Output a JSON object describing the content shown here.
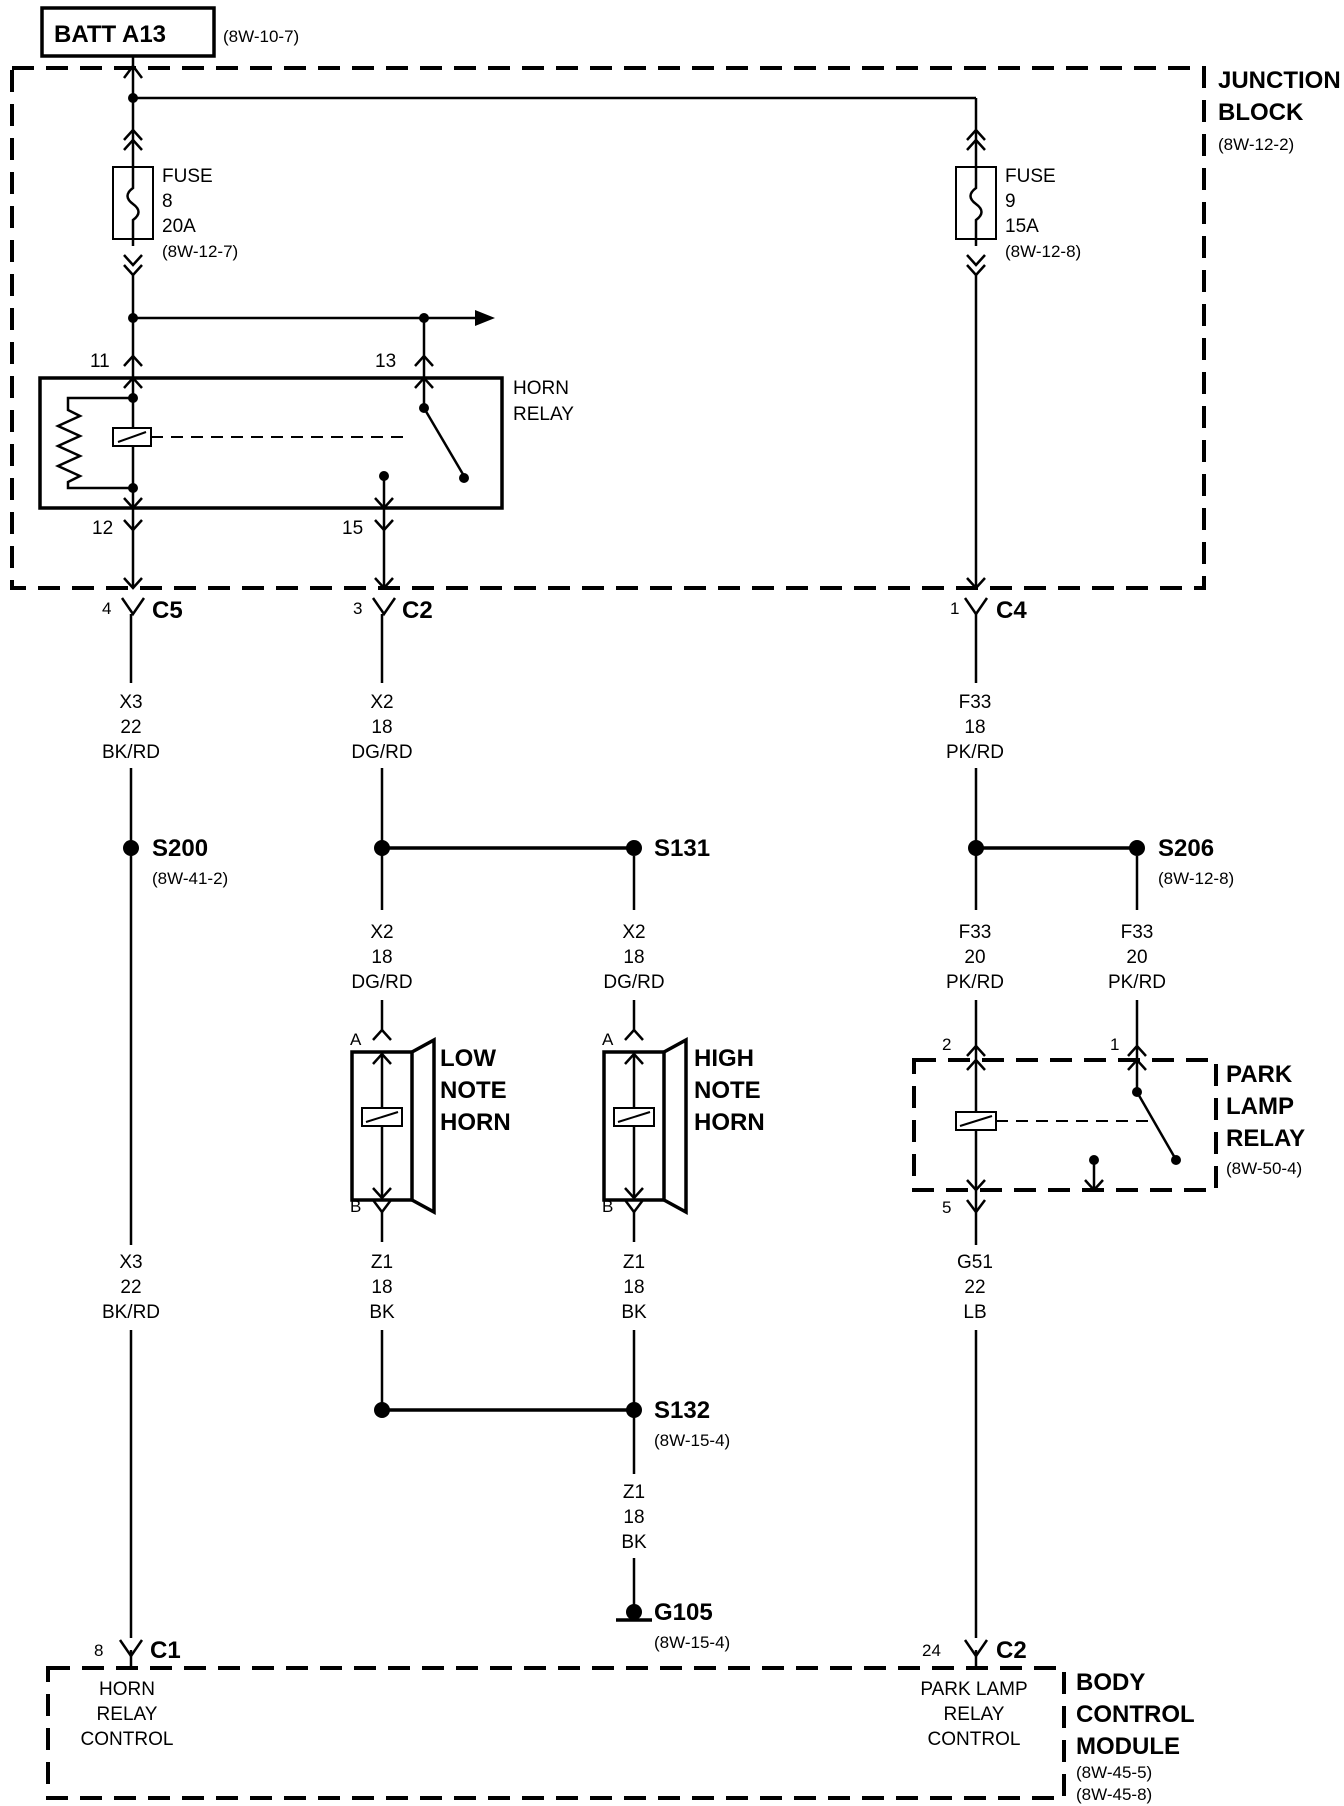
{
  "batt": {
    "label": "BATT A13",
    "ref": "(8W-10-7)"
  },
  "junction_block": {
    "line1": "JUNCTION",
    "line2": "BLOCK",
    "ref": "(8W-12-2)"
  },
  "fuse8": {
    "l1": "FUSE",
    "l2": "8",
    "l3": "20A",
    "ref": "(8W-12-7)"
  },
  "fuse9": {
    "l1": "FUSE",
    "l2": "9",
    "l3": "15A",
    "ref": "(8W-12-8)"
  },
  "horn_relay": {
    "l1": "HORN",
    "l2": "RELAY",
    "pin11": "11",
    "pin13": "13",
    "pin12": "12",
    "pin15": "15"
  },
  "connectors": {
    "c5_pin": "4",
    "c5": "C5",
    "c2_pin": "3",
    "c2": "C2",
    "c4_pin": "1",
    "c4": "C4",
    "bcm_c1_pin": "8",
    "bcm_c1": "C1",
    "bcm_c2_pin": "24",
    "bcm_c2": "C2"
  },
  "wires": {
    "x3_top": {
      "c": "X3",
      "g": "22",
      "col": "BK/RD"
    },
    "x2_top": {
      "c": "X2",
      "g": "18",
      "col": "DG/RD"
    },
    "f33_top": {
      "c": "F33",
      "g": "18",
      "col": "PK/RD"
    },
    "x2_low": {
      "c": "X2",
      "g": "18",
      "col": "DG/RD"
    },
    "x2_high": {
      "c": "X2",
      "g": "18",
      "col": "DG/RD"
    },
    "f33_mid": {
      "c": "F33",
      "g": "20",
      "col": "PK/RD"
    },
    "f33_right": {
      "c": "F33",
      "g": "20",
      "col": "PK/RD"
    },
    "x3_bot": {
      "c": "X3",
      "g": "22",
      "col": "BK/RD"
    },
    "z1_low": {
      "c": "Z1",
      "g": "18",
      "col": "BK"
    },
    "z1_high": {
      "c": "Z1",
      "g": "18",
      "col": "BK"
    },
    "g51": {
      "c": "G51",
      "g": "22",
      "col": "LB"
    },
    "z1_ground": {
      "c": "Z1",
      "g": "18",
      "col": "BK"
    }
  },
  "splices": {
    "s200": "S200",
    "s200_ref": "(8W-41-2)",
    "s131": "S131",
    "s206": "S206",
    "s206_ref": "(8W-12-8)",
    "s132": "S132",
    "s132_ref": "(8W-15-4)",
    "g105": "G105",
    "g105_ref": "(8W-15-4)"
  },
  "low_horn": {
    "l1": "LOW",
    "l2": "NOTE",
    "l3": "HORN",
    "pinA": "A",
    "pinB": "B"
  },
  "high_horn": {
    "l1": "HIGH",
    "l2": "NOTE",
    "l3": "HORN",
    "pinA": "A",
    "pinB": "B"
  },
  "park_relay": {
    "l1": "PARK",
    "l2": "LAMP",
    "l3": "RELAY",
    "ref": "(8W-50-4)",
    "pin2": "2",
    "pin1": "1",
    "pin5": "5"
  },
  "bcm": {
    "l1": "BODY",
    "l2": "CONTROL",
    "l3": "MODULE",
    "ref1": "(8W-45-5)",
    "ref2": "(8W-45-8)",
    "horn_l1": "HORN",
    "horn_l2": "RELAY",
    "horn_l3": "CONTROL",
    "park_l1": "PARK LAMP",
    "park_l2": "RELAY",
    "park_l3": "CONTROL"
  }
}
